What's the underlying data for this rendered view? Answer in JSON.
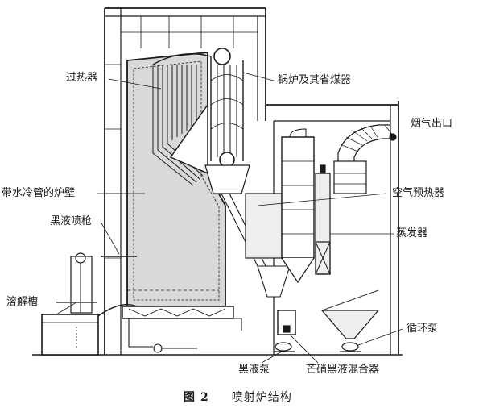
{
  "labels": {
    "superheater": "过热器",
    "boiler_economizer": "锅炉及其省煤器",
    "flue_gas_outlet": "烟气出口",
    "water_cooled_wall": "带水冷管的炉壁",
    "air_preheater": "空气预热器",
    "black_liquor_gun": "黑液喷枪",
    "evaporator": "蒸发器",
    "dissolving_tank": "溶解槽",
    "circulation_pump": "循环泵",
    "black_liquor_pump": "黑液泵",
    "salt_cake_mixer": "芒硝黑液混合器"
  },
  "caption": {
    "figure_prefix": "图",
    "figure_number": "2",
    "title": "喷射炉结构"
  },
  "colors": {
    "ink": "#1a1a1a",
    "furnace_fill": "#d9d9d9",
    "light_fill": "#eeeeee"
  }
}
